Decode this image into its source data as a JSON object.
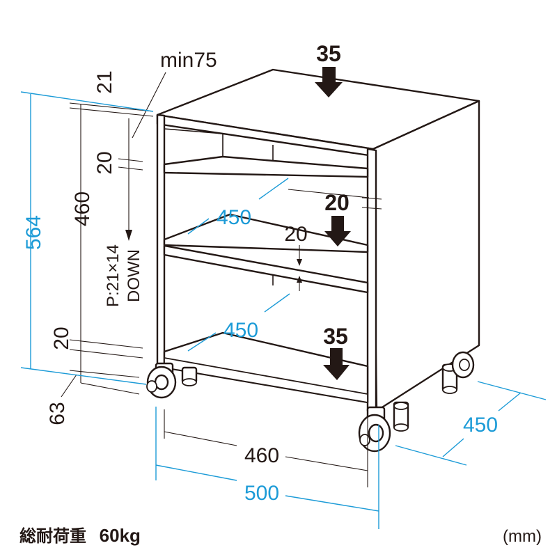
{
  "labels": {
    "top_load": "35",
    "shelf_load": "20",
    "bottom_load": "35",
    "pitch_note_min": "min75",
    "top_thickness": "21",
    "shelf_thickness_left": "20",
    "inner_height": "460",
    "shelf_thickness_inner": "20",
    "bottom_thickness": "20",
    "caster_height": "63",
    "pitch_note_line1": "P:21×14",
    "pitch_note_line2": "DOWN",
    "total_height": "564",
    "shelf_depth_upper": "450",
    "shelf_depth_lower": "450",
    "inner_width": "460",
    "outer_width": "500",
    "outer_depth": "450"
  },
  "footer": {
    "load_label": "総耐荷重",
    "load_value": "60kg",
    "unit": "(mm)"
  },
  "colors": {
    "line": "#231815",
    "dimension_blue": "#1c9bd7"
  }
}
